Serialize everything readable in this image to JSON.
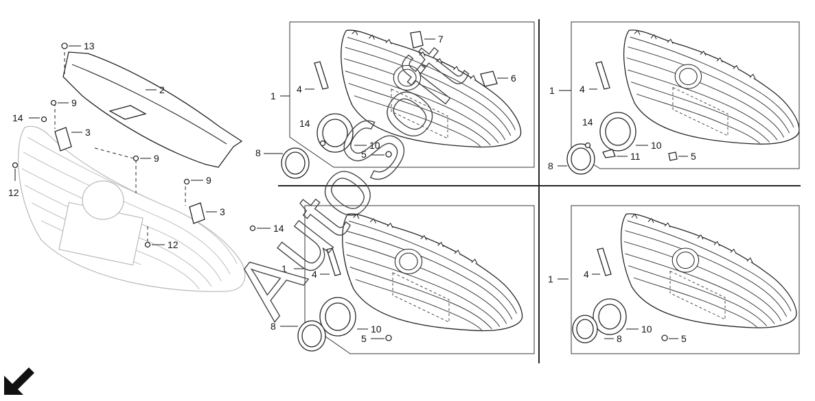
{
  "watermark": "AutoSoft",
  "callouts": {
    "c1": "1",
    "c2": "2",
    "c3": "3",
    "c4": "4",
    "c5": "5",
    "c6": "6",
    "c7": "7",
    "c8": "8",
    "c9": "9",
    "c10": "10",
    "c11": "11",
    "c12": "12",
    "c13": "13",
    "c14": "14"
  },
  "icons": {
    "direction": "arrow-down-left-icon"
  }
}
